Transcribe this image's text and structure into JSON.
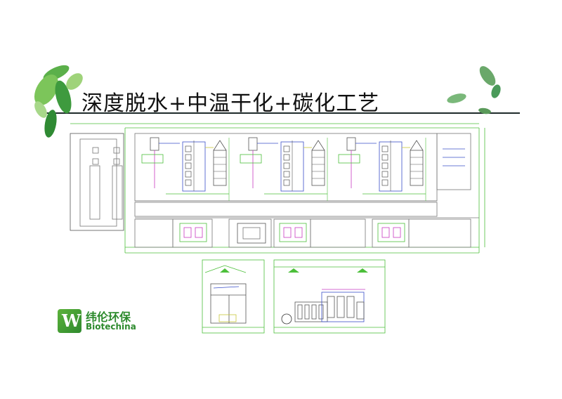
{
  "slide": {
    "title": "深度脱水+中温干化+碳化工艺"
  },
  "logo": {
    "name_cn": "纬伦环保",
    "name_en": "Biotechina",
    "mark": "W"
  },
  "colors": {
    "title_rule": "#1e2a2a",
    "leaf_green": "#4fa34a",
    "cad_green": "#4cbf3a",
    "cad_yellow": "#c8c63a",
    "cad_blue": "#3a4fc8",
    "cad_magenta": "#c83ac0",
    "logo_green": "#2c8a2c"
  },
  "decorations": {
    "top_left": "leaf-cluster-icon",
    "top_right": "leaf-cluster-icon"
  }
}
